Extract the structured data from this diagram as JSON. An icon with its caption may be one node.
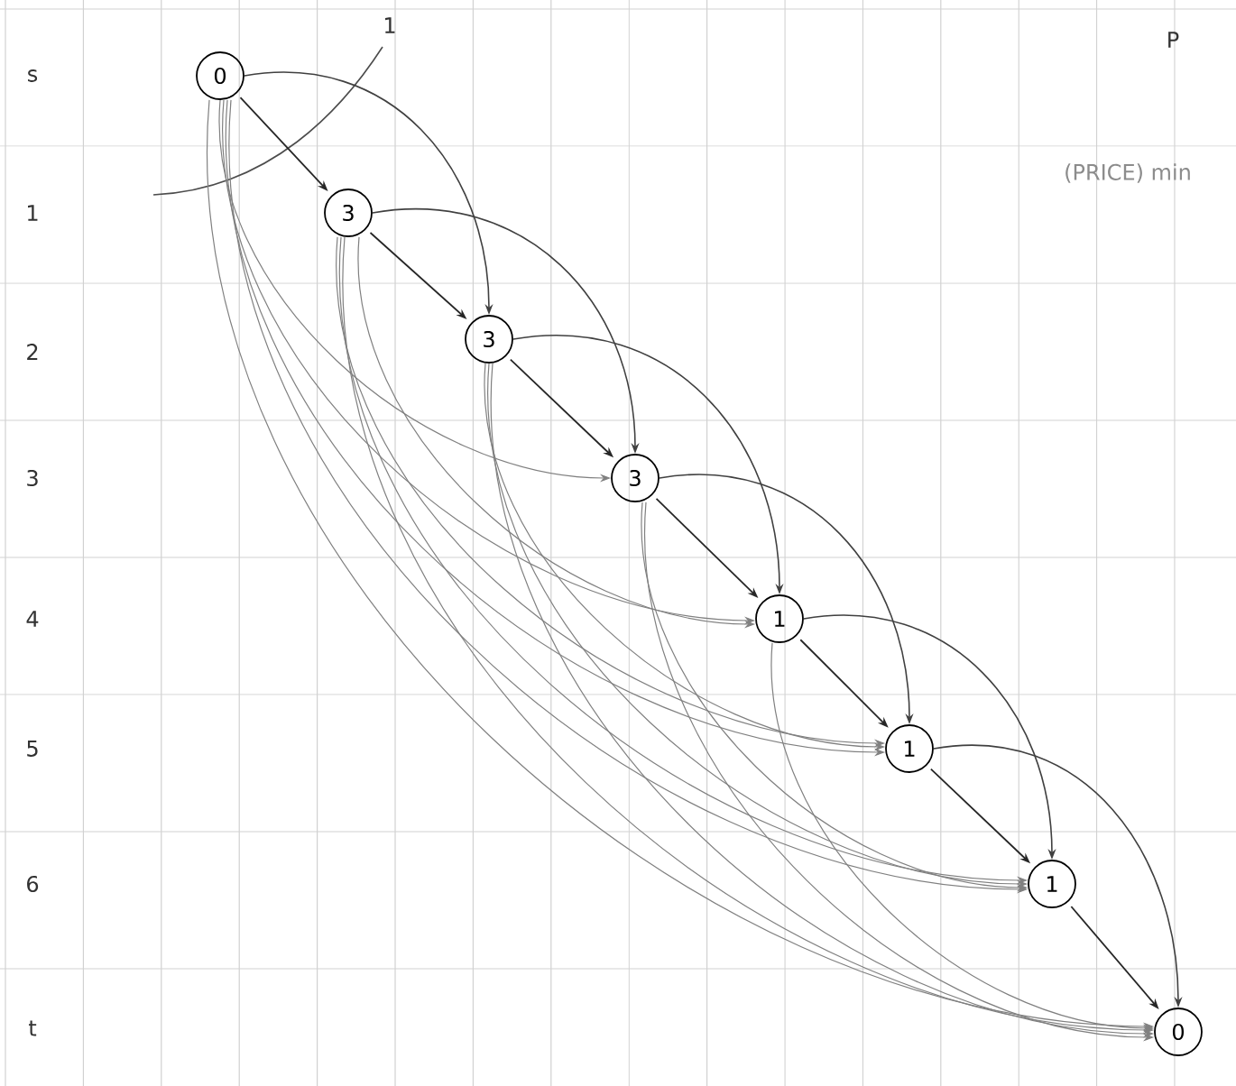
{
  "diagram": {
    "nodes": [
      {
        "text": [
          "0"
        ]
      },
      {
        "text": [
          "3"
        ]
      },
      {
        "text": [
          "3"
        ]
      },
      {
        "text": [
          "3"
        ]
      },
      {
        "text": [
          "1"
        ]
      },
      {
        "text": [
          "1"
        ]
      },
      {
        "text": [
          "1"
        ]
      },
      {
        "text": [
          "0"
        ]
      }
    ],
    "edges": [
      {
        "from": 0,
        "to": 1,
        "arrow": "to"
      },
      {
        "from": 1,
        "to": 2,
        "arrow": "to"
      },
      {
        "from": 2,
        "to": 3,
        "arrow": "to"
      },
      {
        "from": 3,
        "to": 4,
        "arrow": "to"
      },
      {
        "from": 4,
        "to": 5,
        "arrow": "to"
      },
      {
        "from": 5,
        "to": 6,
        "arrow": "to"
      },
      {
        "from": 6,
        "to": 7,
        "arrow": "to"
      },
      {
        "from": 1,
        "to": 3,
        "arrow": "to"
      },
      {
        "from": 2,
        "to": 4,
        "arrow": "to"
      },
      {
        "from": 3,
        "to": 5,
        "arrow": "to"
      },
      {
        "from": 4,
        "to": 6,
        "arrow": "to"
      },
      {
        "from": 0,
        "to": 2,
        "arrow": "to"
      },
      {
        "from": 0,
        "to": 3,
        "arrow": "to"
      },
      {
        "from": 0,
        "to": 4,
        "arrow": "to"
      },
      {
        "from": 0,
        "to": 5,
        "arrow": "to"
      },
      {
        "from": 0,
        "to": 6,
        "arrow": "to"
      },
      {
        "from": 0,
        "to": 7,
        "arrow": "to"
      },
      {
        "from": 1,
        "to": 4,
        "arrow": "to"
      },
      {
        "from": 1,
        "to": 5,
        "arrow": "to"
      },
      {
        "from": 1,
        "to": 6,
        "arrow": "to"
      },
      {
        "from": 1,
        "to": 7,
        "arrow": "to"
      },
      {
        "from": 2,
        "to": 5,
        "arrow": "to"
      },
      {
        "from": 2,
        "to": 6,
        "arrow": "to"
      },
      {
        "from": 2,
        "to": 7,
        "arrow": "to"
      },
      {
        "from": 3,
        "to": 6,
        "arrow": "to"
      },
      {
        "from": 3,
        "to": 7,
        "arrow": "to"
      },
      {
        "from": 4,
        "to": 7,
        "arrow": "to"
      },
      {
        "from": 5,
        "to": 7,
        "arrow": "to"
      }
    ],
    "labels": [
      "s",
      "1",
      "2",
      "3",
      "4",
      "5",
      "6",
      "t",
      "1",
      "P",
      "(PRICE) min"
    ]
  }
}
